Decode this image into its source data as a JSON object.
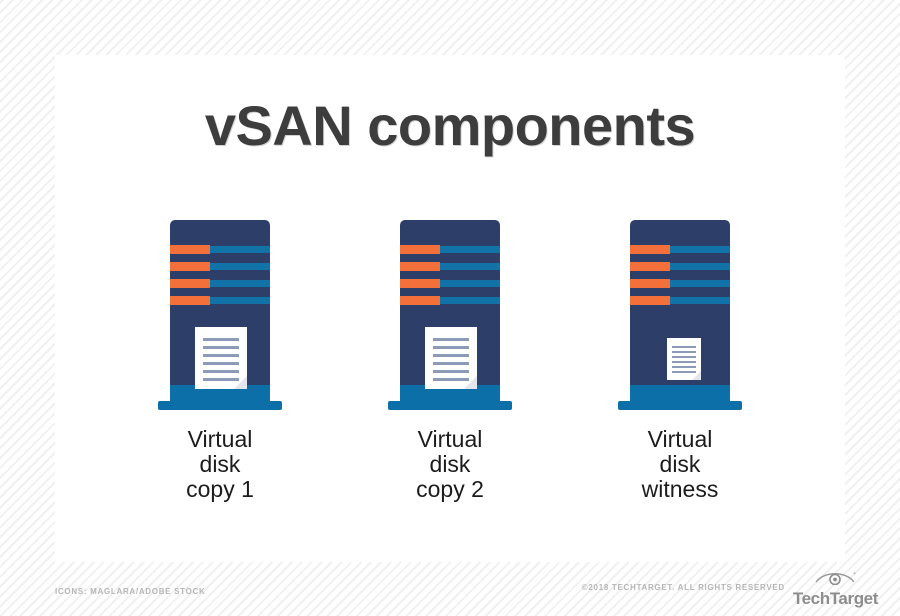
{
  "title": "vSAN components",
  "servers": [
    {
      "id": "virtual-disk-copy-1",
      "caption_lines": [
        "Virtual",
        "disk",
        "copy 1"
      ],
      "doc_size": "large",
      "doc_line_count": 6,
      "bay_count": 4
    },
    {
      "id": "virtual-disk-copy-2",
      "caption_lines": [
        "Virtual",
        "disk",
        "copy 2"
      ],
      "doc_size": "large",
      "doc_line_count": 6,
      "bay_count": 4
    },
    {
      "id": "virtual-disk-witness",
      "caption_lines": [
        "Virtual",
        "disk",
        "witness"
      ],
      "doc_size": "small",
      "doc_line_count": 6,
      "bay_count": 4
    }
  ],
  "footer": {
    "credit": "ICONS: MAGLARA/ADOBE STOCK",
    "copyright": "©2018 TECHTARGET. ALL RIGHTS RESERVED",
    "logo_text": "TechTarget",
    "logo_icon": "eye-icon"
  },
  "colors": {
    "tower_body": "#2d3f69",
    "tower_base": "#0c6fa8",
    "bay_orange": "#f4703a",
    "bay_teal": "#1173a8",
    "doc_paper": "#ffffff",
    "doc_rule": "#8b9bb8",
    "title_text": "#3d3d3d",
    "caption_text": "#1c1c1c",
    "card_background": "#ffffff",
    "page_background": "#fbfbfb",
    "footer_text": "#b6b6b6"
  }
}
